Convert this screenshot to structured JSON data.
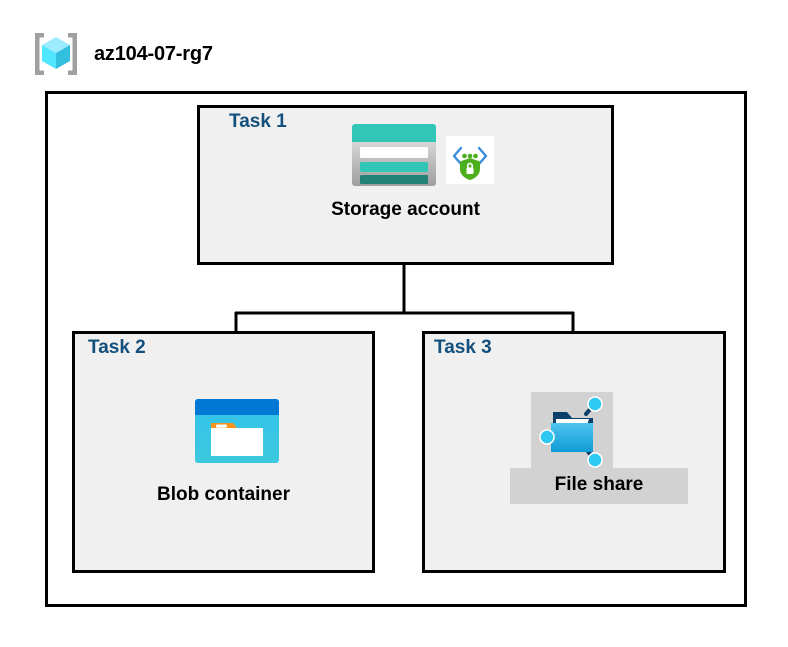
{
  "header": {
    "icon": "azure-resource-group-icon",
    "title": "az104-07-rg7"
  },
  "container": {
    "name": "resource-group-container"
  },
  "tasks": [
    {
      "id": "task1",
      "label": "Task 1",
      "node_caption": "Storage account",
      "icons": [
        "storage-account-icon",
        "security-encryption-icon"
      ]
    },
    {
      "id": "task2",
      "label": "Task 2",
      "node_caption": "Blob container",
      "icons": [
        "blob-container-icon"
      ]
    },
    {
      "id": "task3",
      "label": "Task 3",
      "node_caption": "File share",
      "icons": [
        "file-share-icon"
      ]
    }
  ],
  "colors": {
    "task_label": "#14507D",
    "box_fill": "#F0F0F0",
    "box_border": "#000000",
    "page_background": "#FFFFFF",
    "highlight": "#D2D2D2",
    "storage_teal": "#32C6B6",
    "storage_teal_dark": "#238277",
    "blob_blue_dark": "#0078D4",
    "blob_cyan": "#32C3EC",
    "blob_orange": "#F7941E",
    "fileshare_blue": "#31B1E3",
    "security_green": "#4CAF1E",
    "security_bracket_blue": "#3A8DDE",
    "rg_cube_cyan": "#50E6FF",
    "rg_bracket_gray": "#A0A0A0"
  },
  "connectors": {
    "description": "Storage account branches down to Blob container and File share"
  }
}
